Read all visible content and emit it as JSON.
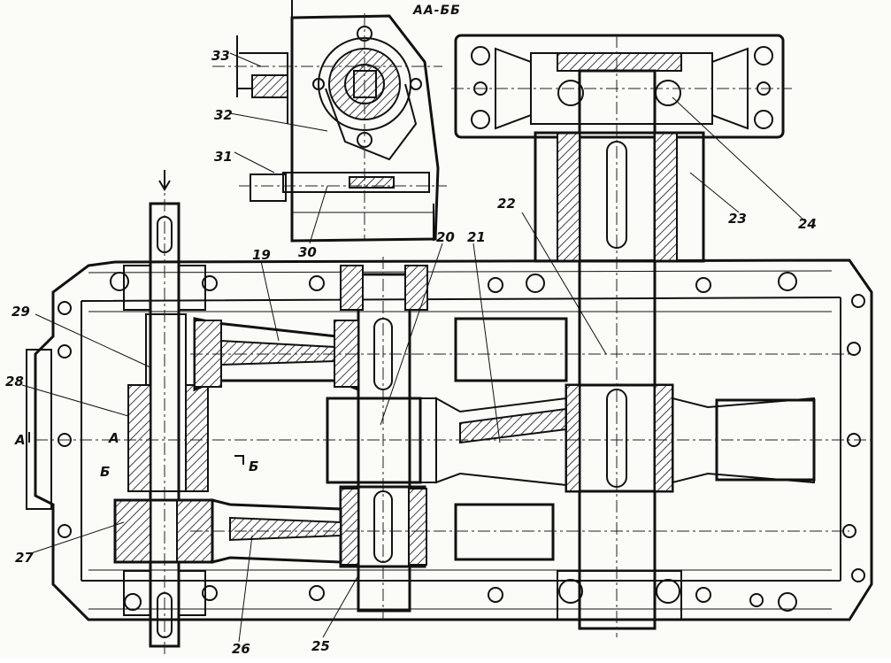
{
  "section_label": "АА-ББ",
  "callouts": [
    {
      "id": "19",
      "text": "19"
    },
    {
      "id": "20",
      "text": "20"
    },
    {
      "id": "21",
      "text": "21"
    },
    {
      "id": "22",
      "text": "22"
    },
    {
      "id": "23",
      "text": "23"
    },
    {
      "id": "24",
      "text": "24"
    },
    {
      "id": "25",
      "text": "25"
    },
    {
      "id": "26",
      "text": "26"
    },
    {
      "id": "27",
      "text": "27"
    },
    {
      "id": "28",
      "text": "28"
    },
    {
      "id": "29",
      "text": "29"
    },
    {
      "id": "30",
      "text": "30"
    },
    {
      "id": "31",
      "text": "31"
    },
    {
      "id": "32",
      "text": "32"
    },
    {
      "id": "33",
      "text": "33"
    }
  ],
  "section_marks": {
    "a_left": "А",
    "a_inner": "А",
    "b_left": "Б",
    "b_right": "Б"
  }
}
